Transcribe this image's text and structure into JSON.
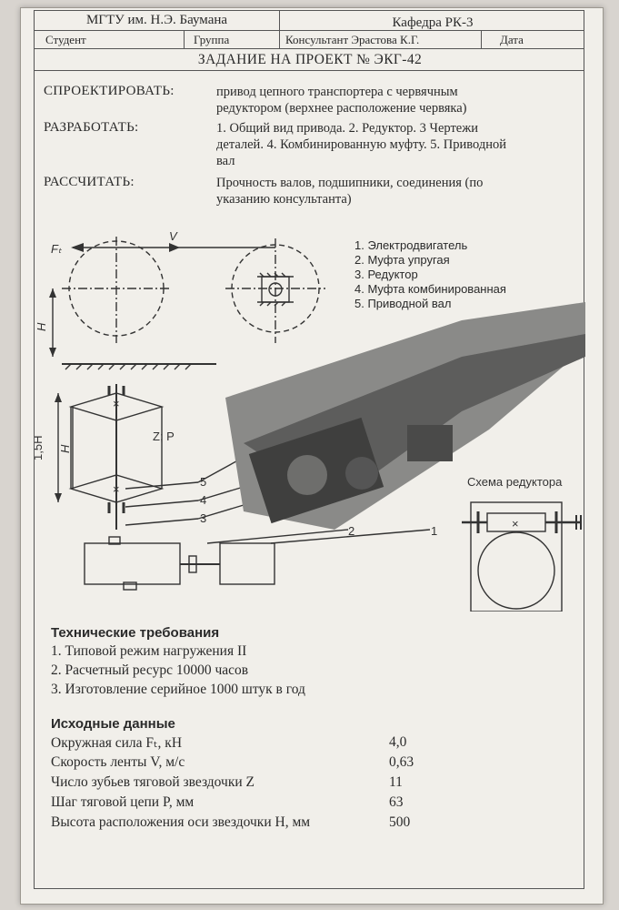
{
  "header": {
    "university": "МГТУ им. Н.Э. Баумана",
    "department": "Кафедра РК-3",
    "student_label": "Студент",
    "group_label": "Группа",
    "consultant_label": "Консультант Эрастова К.Г.",
    "date_label": "Дата",
    "assignment_title": "ЗАДАНИЕ НА ПРОЕКТ № ЭКГ-42"
  },
  "sections": [
    {
      "label": "СПРОЕКТИРОВАТЬ:",
      "lines": [
        "привод цепного транспортера с червячным",
        "редуктором (верхнее расположение червяка)"
      ]
    },
    {
      "label": "РАЗРАБОТАТЬ:",
      "lines": [
        "1. Общий вид привода. 2. Редуктор. 3 Чертежи",
        "деталей. 4. Комбинированную муфту. 5. Приводной",
        "вал"
      ]
    },
    {
      "label": "РАССЧИТАТЬ:",
      "lines": [
        "Прочность валов, подшипники, соединения (по",
        "указанию консультанта)"
      ]
    }
  ],
  "diagram": {
    "force_label": "Fₜ",
    "velocity_label": "V",
    "height_label": "H",
    "height_15_label": "1,5H",
    "zp_label": "Z; P",
    "legend": [
      "1. Электродвигатель",
      "2. Муфта упругая",
      "3. Редуктор",
      "4. Муфта комбинированная",
      "5. Приводной вал"
    ],
    "callouts": [
      "5",
      "4",
      "3",
      "2",
      "1"
    ],
    "reducer_scheme_title": "Схема редуктора",
    "cross_mark": "×"
  },
  "requirements": {
    "title": "Технические требования",
    "items": [
      "1. Типовой режим нагружения II",
      "2. Расчетный ресурс 10000 часов",
      "3. Изготовление серийное 1000 штук в год"
    ]
  },
  "initial_data": {
    "title": "Исходные данные",
    "rows": [
      {
        "label": "Окружная сила Fₜ, кН",
        "value": "4,0"
      },
      {
        "label": "Скорость ленты V, м/с",
        "value": "0,63"
      },
      {
        "label": "Число зубьев тяговой звездочки Z",
        "value": "11"
      },
      {
        "label": "Шаг тяговой цепи P, мм",
        "value": "63"
      },
      {
        "label": "Высота расположения оси звездочки H, мм",
        "value": "500"
      }
    ]
  }
}
